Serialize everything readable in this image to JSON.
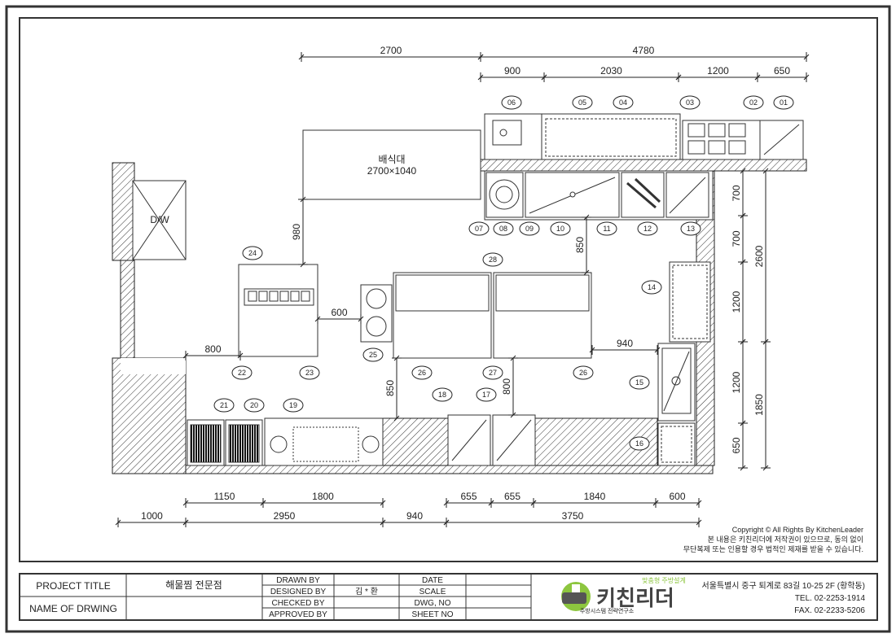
{
  "drawing": {
    "serving_table_label": "배식대",
    "serving_table_size": "2700×1040",
    "dw_label": "D/W",
    "dims_top": [
      "2700",
      "4780"
    ],
    "dims_top2": [
      "900",
      "2030",
      "1200",
      "650"
    ],
    "dims_bottom1": [
      "1150",
      "1800",
      "655",
      "655",
      "1840",
      "600"
    ],
    "dims_bottom2": [
      "1000",
      "2950",
      "940",
      "3750"
    ],
    "dims_right1": [
      "700",
      "700",
      "1200",
      "1200",
      "650"
    ],
    "dims_right2": [
      "2600",
      "1850"
    ],
    "dims_interior": [
      "980",
      "600",
      "800",
      "850",
      "940",
      "850",
      "800"
    ],
    "callouts": [
      "01",
      "02",
      "03",
      "04",
      "05",
      "06",
      "07",
      "08",
      "09",
      "10",
      "11",
      "12",
      "13",
      "14",
      "15",
      "16",
      "17",
      "18",
      "19",
      "20",
      "21",
      "22",
      "23",
      "24",
      "25",
      "26",
      "27",
      "26",
      "28"
    ]
  },
  "copyright": {
    "line1": "Copyright © All Rights By KitchenLeader",
    "line2": "본 내용은 키친리더에 저작권이 있으므로, 동의 없이",
    "line3": "무단복제 또는 인용할 경우 법적인 제재를 받을 수 있습니다."
  },
  "title_block": {
    "project_title_label": "PROJECT TITLE",
    "project_title_value": "해물찜 전문점",
    "drawing_name_label": "NAME OF DRWING",
    "drawn_by": "DRAWN BY",
    "designed_by": "DESIGNED BY",
    "designed_by_value": "김 * 환",
    "checked_by": "CHECKED BY",
    "approved_by": "APPROVED BY",
    "date": "DATE",
    "scale": "SCALE",
    "dwg_no": "DWG, NO",
    "sheet_no": "SHEET NO",
    "logo_tagline": "맞춤형 주방설계",
    "logo_name": "키친리더",
    "logo_sub": "주방시스템 전략연구소",
    "address": "서울특별시 중구 퇴계로 83길 10-25 2F (황학동)",
    "tel": "TEL. 02-2253-1914",
    "fax": "FAX. 02-2233-5206",
    "logo_green": "#8dc63f",
    "logo_gray": "#555555"
  }
}
